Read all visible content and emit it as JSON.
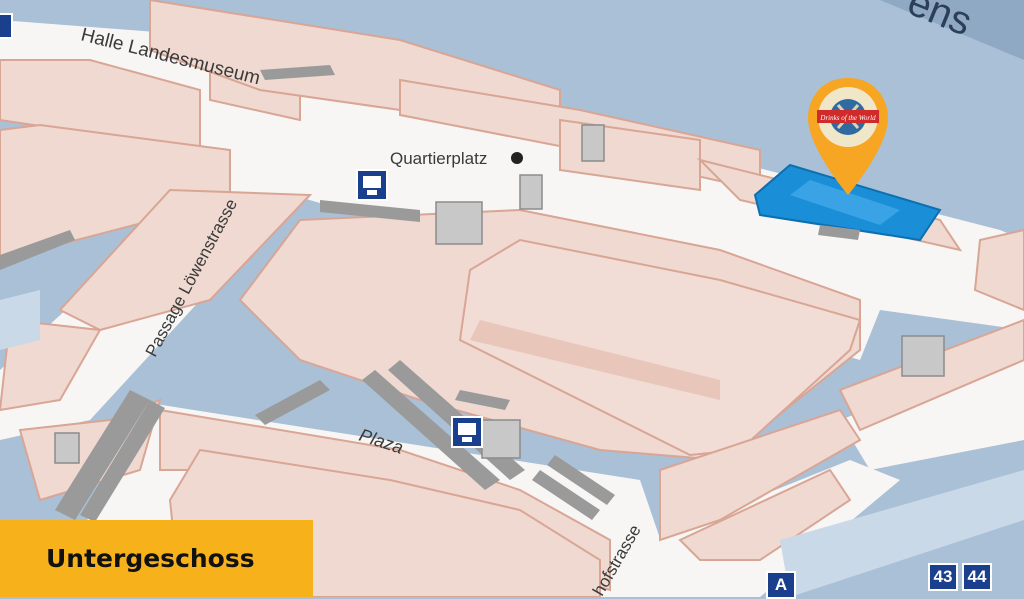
{
  "floor_label": "Untergeschoss",
  "street_labels": {
    "halle": "Halle Landesmuseum",
    "passage": "Passage Löwenstrasse",
    "plaza": "Plaza",
    "bahnhof": "hofstrasse",
    "top_right": "ens"
  },
  "poi": {
    "quartierplatz": "Quartierplatz"
  },
  "highlight": {
    "shop_logo_text": "Drinks of the World",
    "color": "#1a8fd8",
    "pin_color": "#f6a623"
  },
  "platform_signs": [
    "A",
    "43",
    "44"
  ],
  "colors": {
    "shop_fill": "#efd9d0",
    "shop_wall": "#d9a594",
    "corridor": "#f7f6f4",
    "track_area": "#aac0d6",
    "sign_blue": "#1a3f8c",
    "floor_badge": "#f7b21b"
  }
}
